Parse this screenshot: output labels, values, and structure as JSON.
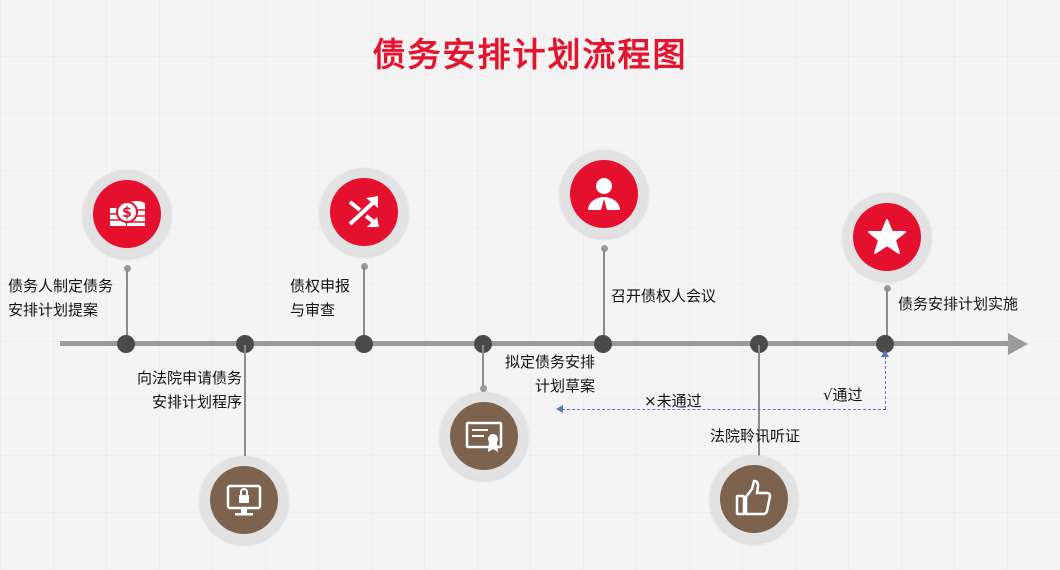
{
  "title": "债务安排计划流程图",
  "steps": [
    {
      "label_line1": "债务人制定债务",
      "label_line2": "安排计划提案",
      "icon": "money-coins-icon"
    },
    {
      "label_line1": "向法院申请债务",
      "label_line2": "安排计划程序",
      "icon": "computer-lock-icon"
    },
    {
      "label_line1": "债权申报",
      "label_line2": "与审查",
      "icon": "shuffle-arrows-icon"
    },
    {
      "label_line1": "拟定债务安排",
      "label_line2": "计划草案",
      "icon": "certificate-icon"
    },
    {
      "label_line1": "召开债权人会议",
      "label_line2": "",
      "icon": "person-icon"
    },
    {
      "label_line1": "法院聆讯听证",
      "label_line2": "",
      "icon": "thumbs-up-icon"
    },
    {
      "label_line1": "债务安排计划实施",
      "label_line2": "",
      "icon": "star-icon"
    }
  ],
  "feedback": {
    "fail": "×未通过",
    "pass": "√通过"
  },
  "colors": {
    "title": "#e4142e",
    "red_icon": "#e4102e",
    "brown_icon": "#7b6350",
    "axis": "#9a9a9a",
    "dashed": "#5a7bb5"
  }
}
